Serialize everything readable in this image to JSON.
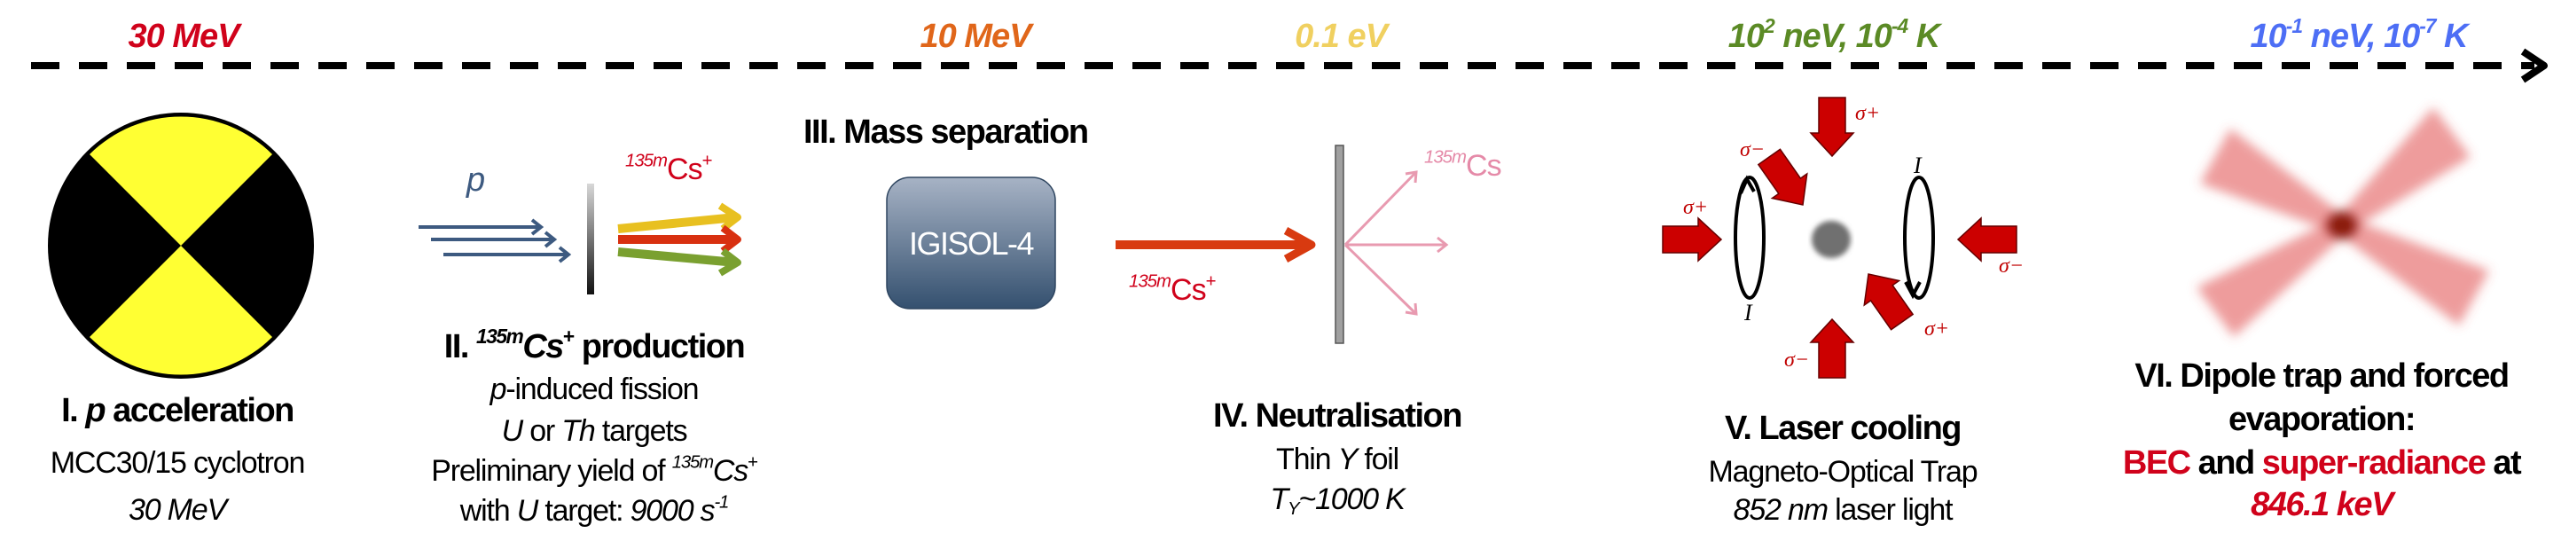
{
  "energy_scale": {
    "e1": {
      "text": "30 MeV",
      "color": "#d0021b"
    },
    "e2": {
      "text": "10 MeV",
      "color": "#e0661a"
    },
    "e3": {
      "text": "0.1 eV",
      "color": "#f0d060"
    },
    "e4": {
      "a": "10",
      "b": "2",
      "c": " neV, 10",
      "d": "-4",
      "e": " K",
      "color": "#5b8a25"
    },
    "e5": {
      "a": "10",
      "b": "-1",
      "c": " neV, 10",
      "d": "-7",
      "e": " K",
      "color": "#4d6ef5"
    }
  },
  "stage1": {
    "title_num": "I. ",
    "title_p": "p",
    "title_rest": " acceleration",
    "line1": "MCC30/15 cyclotron",
    "line2": "30 MeV"
  },
  "stage2": {
    "title_num": "II. ",
    "iso": "135m",
    "el": "Cs",
    "charge": "+",
    "title_rest": " production",
    "l1_p": "p",
    "l1_rest": "-induced fission",
    "l2_u": "U",
    "l2_or": " or ",
    "l2_th": "Th",
    "l2_rest": " targets",
    "l3_text": "Preliminary yield of ",
    "l3_iso": "135m",
    "l3_el": "Cs",
    "l3_charge": "+",
    "l4_with": "with ",
    "l4_u": "U",
    "l4_target": " target: ",
    "l4_val": "9000 s",
    "l4_exp": "-1",
    "beam_label": "p",
    "product_label": {
      "iso": "135m",
      "el": "Cs",
      "charge": "+"
    }
  },
  "stage3": {
    "title": "III. Mass separation",
    "box_label": "IGISOL-4",
    "beam_label": {
      "iso": "135m",
      "el": "Cs",
      "charge": "+"
    }
  },
  "stage4": {
    "title": "IV. Neutralisation",
    "l1_a": "Thin ",
    "l1_y": "Y",
    "l1_b": " foil",
    "l2_t": "T",
    "l2_sub": "Y",
    "l2_val": "~1000 K",
    "neutral_label": {
      "iso": "135m",
      "el": "Cs"
    }
  },
  "stage5": {
    "title": "V. Laser cooling",
    "line1": "Magneto-Optical Trap",
    "l2_nm": "852 nm",
    "l2_rest": " laser light",
    "sigma_plus": "σ+",
    "sigma_minus": "σ−",
    "current": "I"
  },
  "stage6": {
    "title1": "VI. Dipole trap and forced",
    "title2": "evaporation:",
    "bec": "BEC",
    "and": " and ",
    "sr": "super-radiance",
    "at": " at",
    "energy": "846.1 keV"
  },
  "colors": {
    "red": "#d0021b",
    "beam_blue": "#3d5a80",
    "pink": "#e58aa8",
    "yellow_wedge": "#ffff33"
  }
}
